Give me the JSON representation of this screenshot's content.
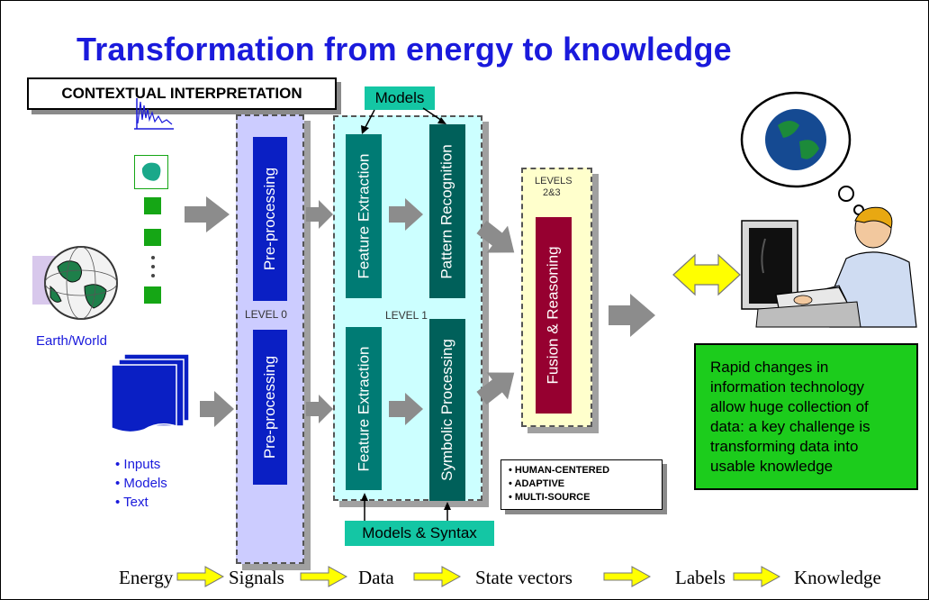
{
  "title": "Transformation from energy to knowledge",
  "context_label": "CONTEXTUAL INTERPRETATION",
  "tags": {
    "models": "Models",
    "models_syntax": "Models & Syntax"
  },
  "level_labels": {
    "level0": "LEVEL 0",
    "level1": "LEVEL 1",
    "level23_line1": "LEVELS",
    "level23_line2": "2&3"
  },
  "boxes": {
    "preprocessing_top": "Pre-processing",
    "preprocessing_bottom": "Pre-processing",
    "feature_extraction_top": "Feature Extraction",
    "feature_extraction_bottom": "Feature Extraction",
    "pattern_recognition": "Pattern Recognition",
    "symbolic_processing": "Symbolic Processing",
    "fusion_reasoning": "Fusion & Reasoning"
  },
  "earth_label": "Earth/World",
  "inputs_list": [
    "Inputs",
    "Models",
    "Text"
  ],
  "properties": [
    "HUMAN-CENTERED",
    "ADAPTIVE",
    "MULTI-SOURCE"
  ],
  "note": "Rapid changes in information technology allow huge collection of data:  a key challenge is transforming data into usable knowledge",
  "flow": [
    "Energy",
    "Signals",
    "Data",
    "State vectors",
    "Labels",
    "Knowledge"
  ],
  "colors": {
    "title": "#1a1adc",
    "arrow_gray": "#8c8c8c",
    "flow_arrow": "#ffff00",
    "preprocessing": "#0a1fc4",
    "feature": "#007b74",
    "fusion": "#960030",
    "note_bg": "#1ccc1c"
  }
}
